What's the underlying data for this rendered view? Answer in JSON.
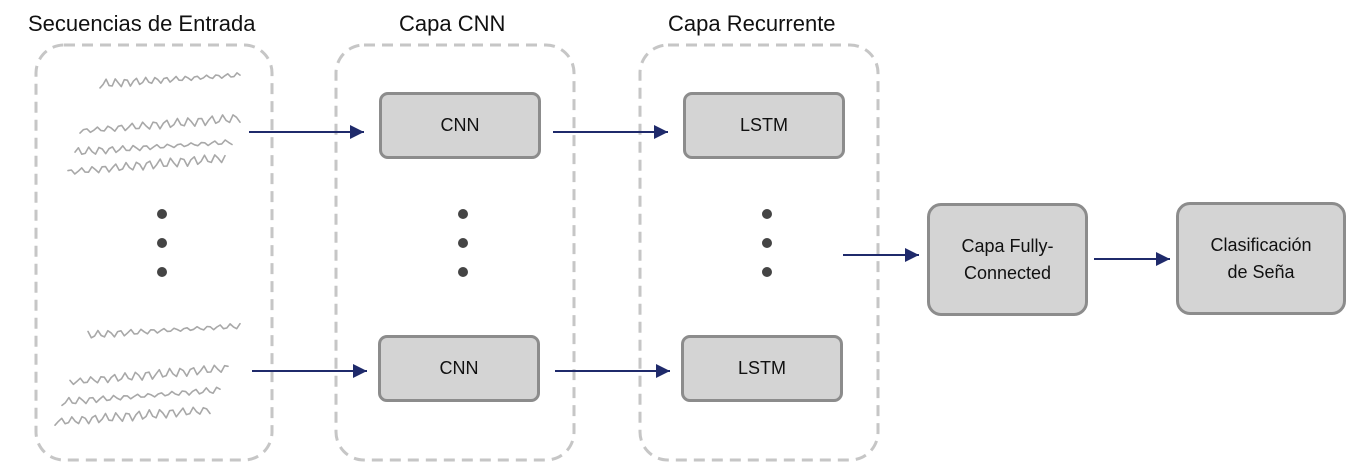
{
  "groups": {
    "input": {
      "title": "Secuencias de Entrada"
    },
    "cnn": {
      "title": "Capa CNN"
    },
    "recurrent": {
      "title": "Capa Recurrente"
    }
  },
  "nodes": {
    "cnn_top": "CNN",
    "cnn_bottom": "CNN",
    "lstm_top": "LSTM",
    "lstm_bottom": "LSTM",
    "fully_connected": {
      "line1": "Capa Fully-",
      "line2": "Connected"
    },
    "classification": {
      "line1": "Clasificación",
      "line2": "de Seña"
    }
  },
  "colors": {
    "arrow": "#1f2a6b",
    "group_border": "#c6c6c6",
    "box_fill": "#d4d4d4",
    "box_border": "#8c8c8c",
    "dots": "#444444",
    "squiggle": "#a8a8a8"
  }
}
